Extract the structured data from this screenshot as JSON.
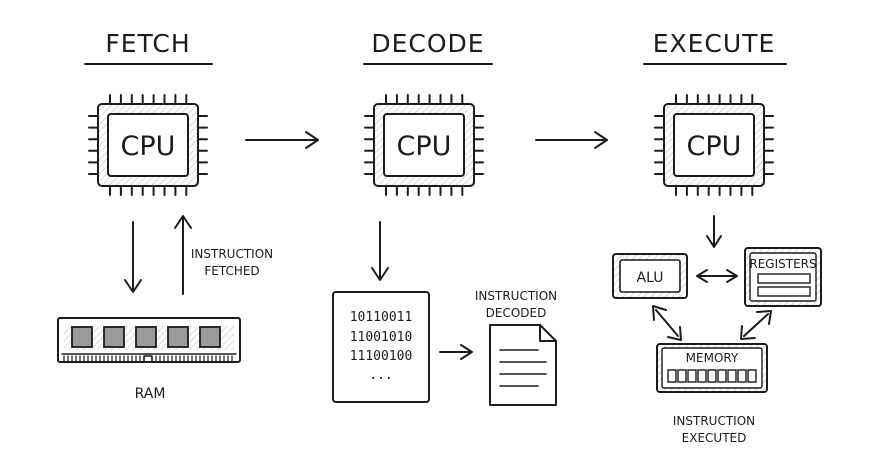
{
  "stages": {
    "fetch": {
      "title": "FETCH",
      "cpu": "CPU",
      "ram_label": "RAM",
      "note_line1": "INSTRUCTION",
      "note_line2": "FETCHED"
    },
    "decode": {
      "title": "DECODE",
      "cpu": "CPU",
      "binary": [
        "10110011",
        "11001010",
        "11100100",
        "..."
      ],
      "note_line1": "INSTRUCTION",
      "note_line2": "DECODED"
    },
    "execute": {
      "title": "EXECUTE",
      "cpu": "CPU",
      "alu": "ALU",
      "registers": "REGISTERS",
      "memory": "MEMORY",
      "note_line1": "INSTRUCTION",
      "note_line2": "EXECUTED"
    }
  },
  "icons": [
    "cpu-chip-icon",
    "ram-module-icon",
    "document-icon",
    "arrow-icon"
  ]
}
